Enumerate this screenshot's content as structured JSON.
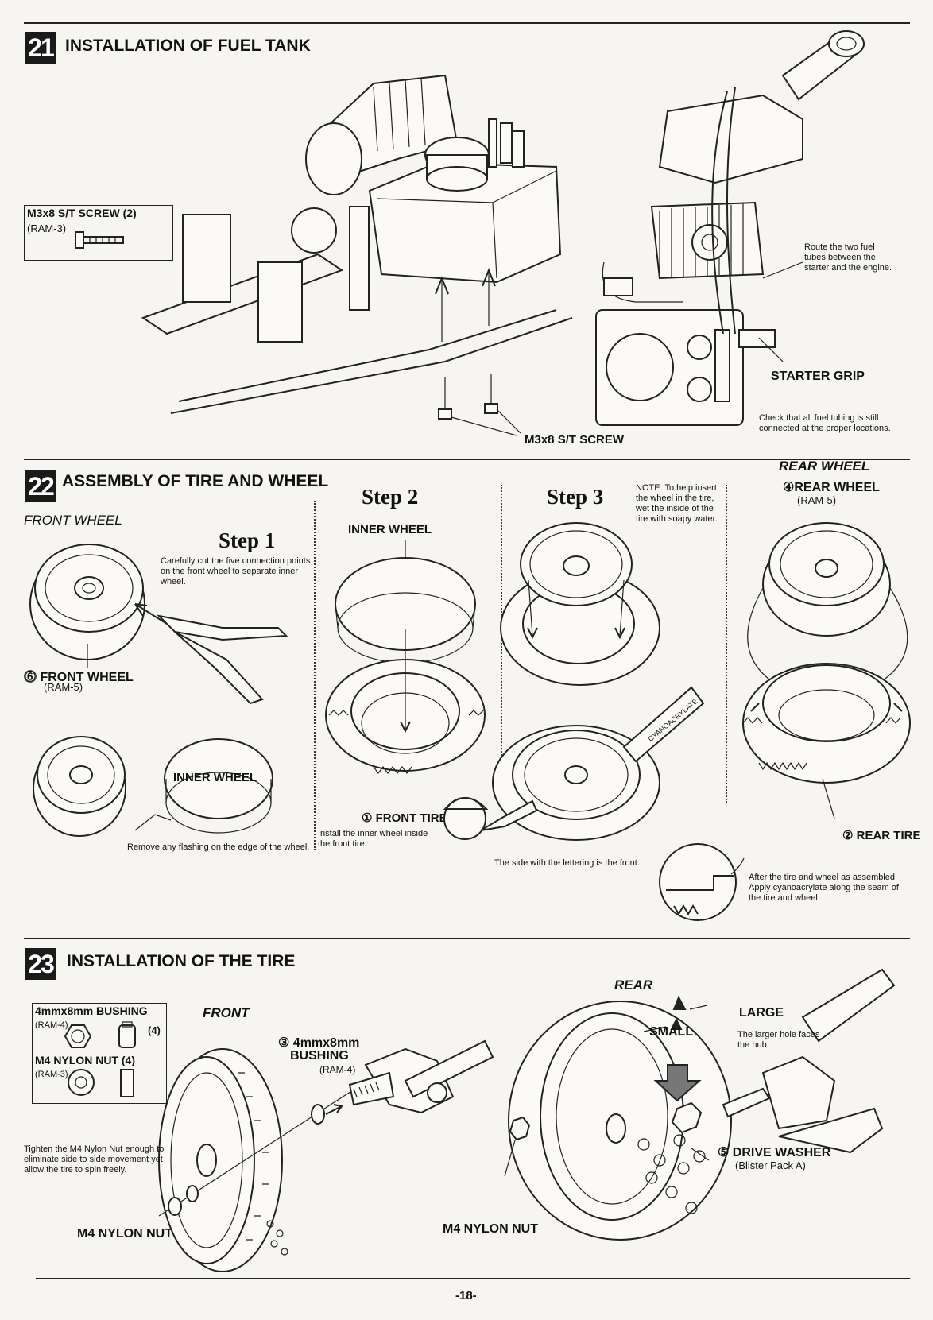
{
  "sec21": {
    "number": "21",
    "title": "INSTALLATION OF FUEL TANK",
    "box_screw_label": "M3x8 S/T SCREW (2)",
    "box_screw_code": "(RAM-3)",
    "route_note": "Route the two fuel tubes between the starter and the engine.",
    "starter_grip": "STARTER GRIP",
    "check_note": "Check that all fuel tubing is still connected at the proper locations.",
    "screw_label": "M3x8 S/T SCREW"
  },
  "sec22": {
    "number": "22",
    "title": "ASSEMBLY OF TIRE AND WHEEL",
    "front_wheel_heading": "FRONT WHEEL",
    "rear_wheel_heading": "REAR WHEEL",
    "step1": "Step 1",
    "step1_note": "Carefully cut the five connection points on the front wheel to separate inner wheel.",
    "front_wheel_label": "⓺ FRONT WHEEL",
    "front_wheel_code": "(RAM-5)",
    "inner_wheel_a": "INNER WHEEL",
    "flashing_note": "Remove any flashing on the edge of the wheel.",
    "step2": "Step 2",
    "inner_wheel_b": "INNER WHEEL",
    "front_tire_label": "① FRONT TIRE",
    "install_note": "Install the inner wheel inside the front tire.",
    "step3": "Step 3",
    "note": "NOTE: To help insert the wheel in the tire, wet the inside of the tire with soapy water.",
    "cyanoacrylate": "CYANOACRYLATE",
    "lettering_note": "The side with the lettering is the front.",
    "rear_wheel_label": "④REAR WHEEL",
    "rear_wheel_code": "(RAM-5)",
    "rear_tire_label": "② REAR TIRE",
    "seam_note": "After the tire and wheel as assembled. Apply cyanoacrylate along the seam of the tire and wheel."
  },
  "sec23": {
    "number": "23",
    "title": "INSTALLATION OF THE TIRE",
    "front": "FRONT",
    "rear": "REAR",
    "box_bushing": "4mmx8mm BUSHING",
    "box_bushing_code": "(RAM-4)",
    "box_bushing_qty": "(4)",
    "box_nut": "M4 NYLON NUT (4)",
    "box_nut_code": "(RAM-3)",
    "bushing_label": "③ 4mmx8mm",
    "bushing_label2": "BUSHING",
    "bushing_code": "(RAM-4)",
    "tighten_note": "Tighten the M4 Nylon Nut enough to eliminate side to side movement yet allow the tire to spin freely.",
    "nut_left": "M4 NYLON NUT",
    "nut_right": "M4 NYLON NUT",
    "small": "SMALL",
    "large": "LARGE",
    "hole_note": "The larger hole faces the hub.",
    "drive_washer": "⑤ DRIVE WASHER",
    "blister": "(Blister Pack A)"
  },
  "footer": {
    "page": "-18-"
  }
}
